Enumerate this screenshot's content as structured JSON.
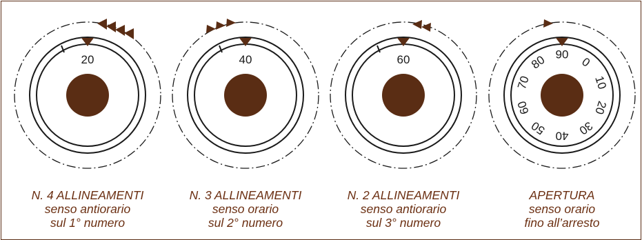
{
  "colors": {
    "brown": "#5a2d14",
    "caption": "#6b2f12",
    "line": "#1a1a1a"
  },
  "dials": [
    {
      "number_label": "20",
      "direction": "counterclockwise",
      "arrow_count": 4,
      "caption": {
        "line1": "N. 4 ALLINEAMENTI",
        "line2": "senso antiorario",
        "line3": "sul 1° numero"
      }
    },
    {
      "number_label": "40",
      "direction": "clockwise",
      "arrow_count": 3,
      "caption": {
        "line1": "N. 3 ALLINEAMENTI",
        "line2": "senso orario",
        "line3": "sul 2° numero"
      }
    },
    {
      "number_label": "60",
      "direction": "counterclockwise",
      "arrow_count": 2,
      "caption": {
        "line1": "N. 2 ALLINEAMENTI",
        "line2": "senso antiorario",
        "line3": "sul 3° numero"
      }
    },
    {
      "direction": "clockwise",
      "arrow_count": 1,
      "scale_numbers": [
        "90",
        "0",
        "10",
        "20",
        "30",
        "40",
        "50",
        "60",
        "70",
        "80"
      ],
      "caption": {
        "line1": "APERTURA",
        "line2": "senso orario",
        "line3": "fino all’arresto"
      }
    }
  ]
}
